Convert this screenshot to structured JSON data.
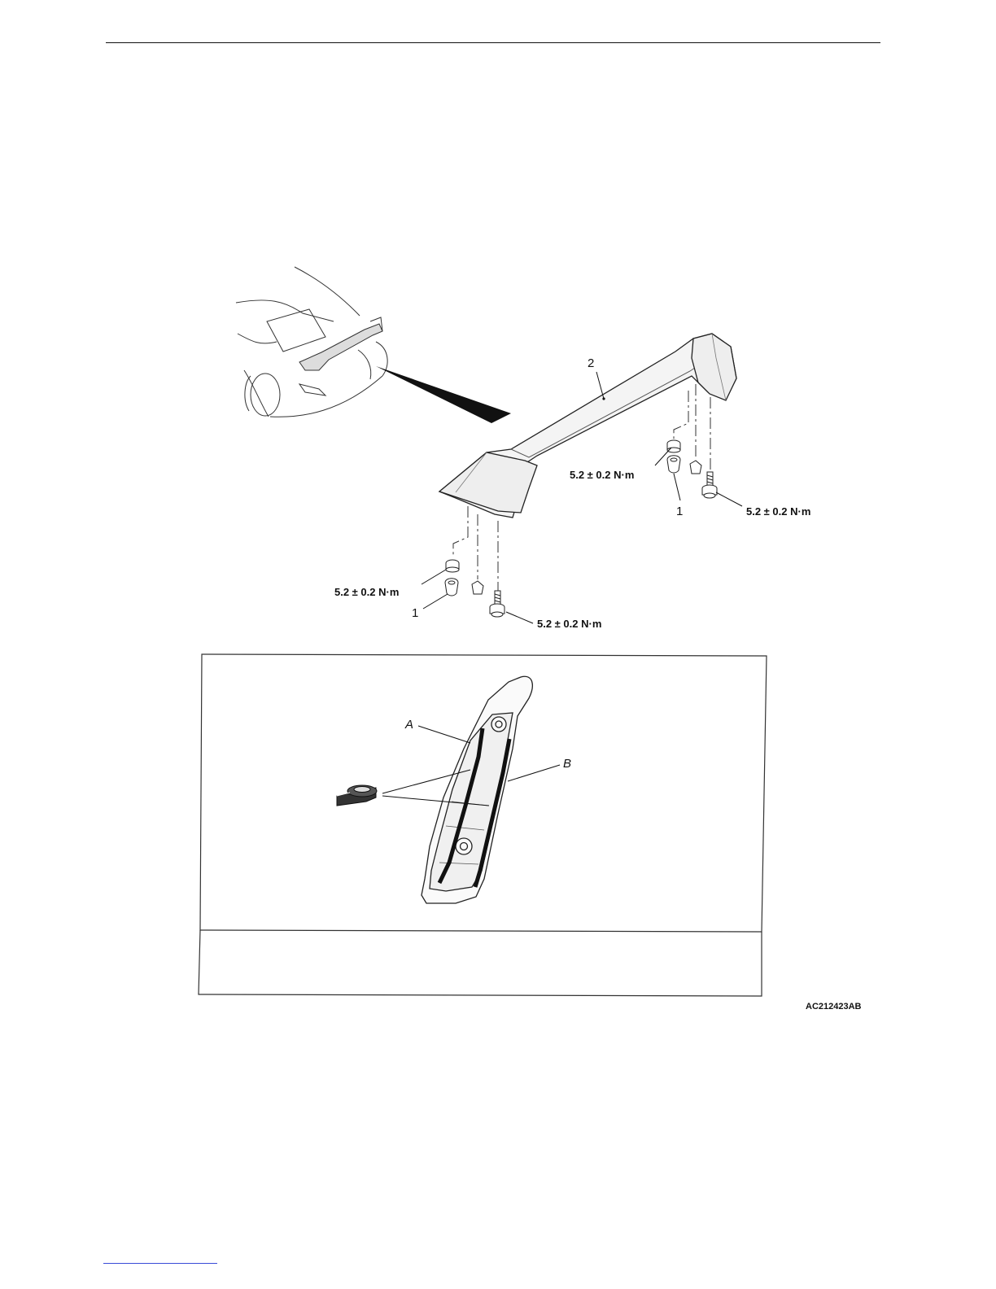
{
  "torque_labels": {
    "center_nut": "5.2 ± 0.2 N·m",
    "right_bolt": "5.2 ± 0.2 N·m",
    "left_nut": "5.2 ± 0.2 N·m",
    "left_bolt": "5.2 ± 0.2 N·m"
  },
  "part_numbers": {
    "spoiler": "2",
    "right_grommet": "1",
    "left_grommet": "1"
  },
  "tape_labels": {
    "a": "A",
    "b": "B"
  },
  "figure_code": "AC212423AB"
}
